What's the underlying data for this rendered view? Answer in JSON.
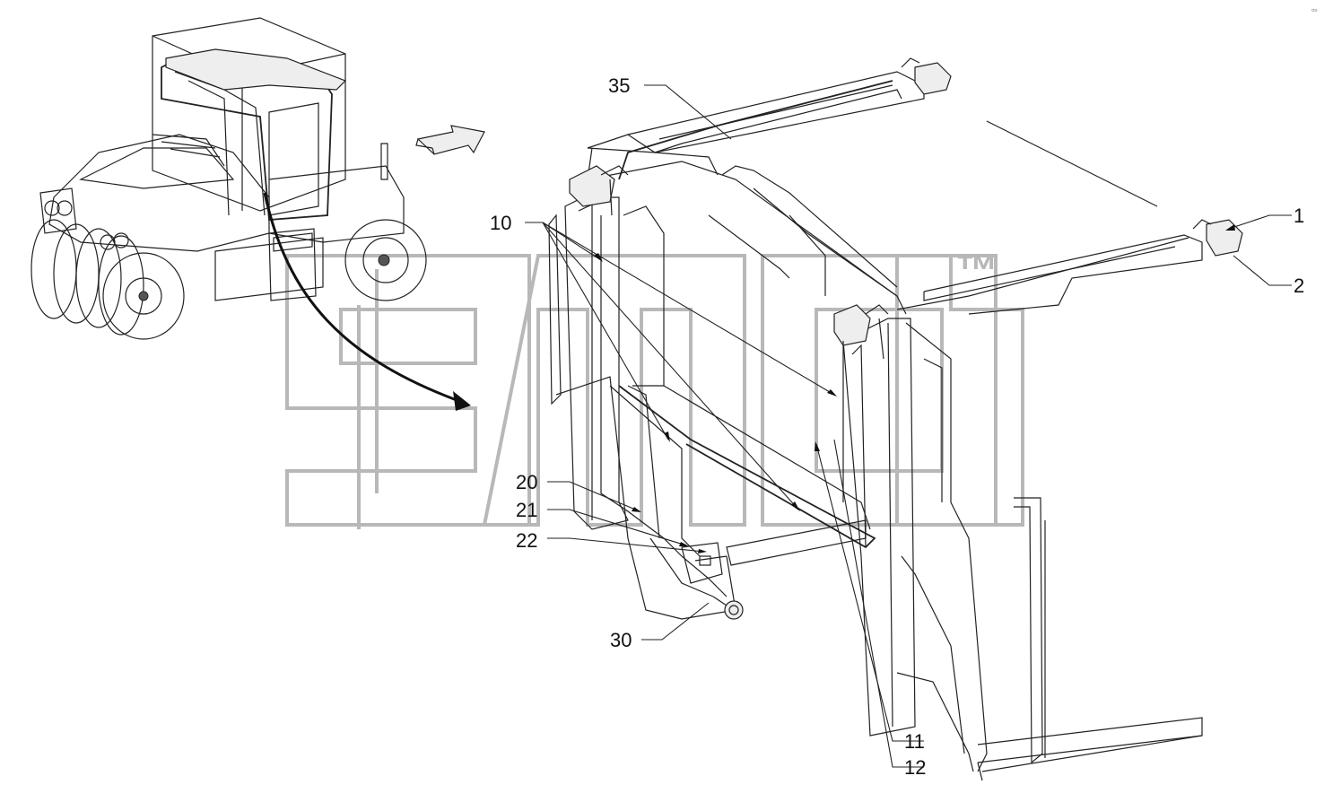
{
  "diagram": {
    "watermark": "™",
    "corner_mark": "▫▫",
    "callouts": [
      {
        "id": "1",
        "text": "1"
      },
      {
        "id": "2",
        "text": "2"
      },
      {
        "id": "10",
        "text": "10"
      },
      {
        "id": "11",
        "text": "11"
      },
      {
        "id": "12",
        "text": "12"
      },
      {
        "id": "20",
        "text": "20"
      },
      {
        "id": "21",
        "text": "21"
      },
      {
        "id": "22",
        "text": "22"
      },
      {
        "id": "30",
        "text": "30"
      },
      {
        "id": "35",
        "text": "35"
      }
    ]
  }
}
